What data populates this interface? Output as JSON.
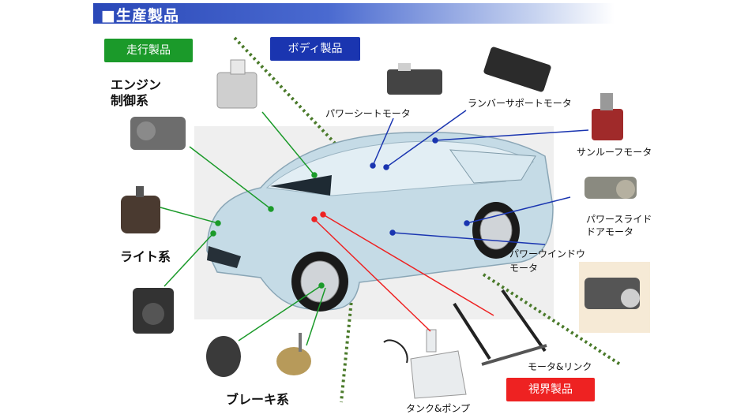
{
  "header": {
    "title": "■生産製品"
  },
  "categories": {
    "running": "走行製品",
    "body": "ボディ製品",
    "vision": "視界製品"
  },
  "groups": {
    "engine": [
      "エンジン",
      "制御系"
    ],
    "light": "ライト系",
    "brake": "ブレーキ系"
  },
  "products": {
    "power_seat": "パワーシートモータ",
    "lumbar": "ランバーサポートモータ",
    "sunroof": "サンルーフモータ",
    "power_slide": [
      "パワースライド",
      "ドアモータ"
    ],
    "power_window": [
      "パワーウインドウ",
      "モータ"
    ],
    "motor_link": "モータ&リンク",
    "tank_pump": "タンク&ポンプ"
  },
  "colors": {
    "green": "#1b9a2a",
    "blue": "#1a35b0",
    "red": "#ee2222",
    "divider": "#4a7a2a"
  }
}
